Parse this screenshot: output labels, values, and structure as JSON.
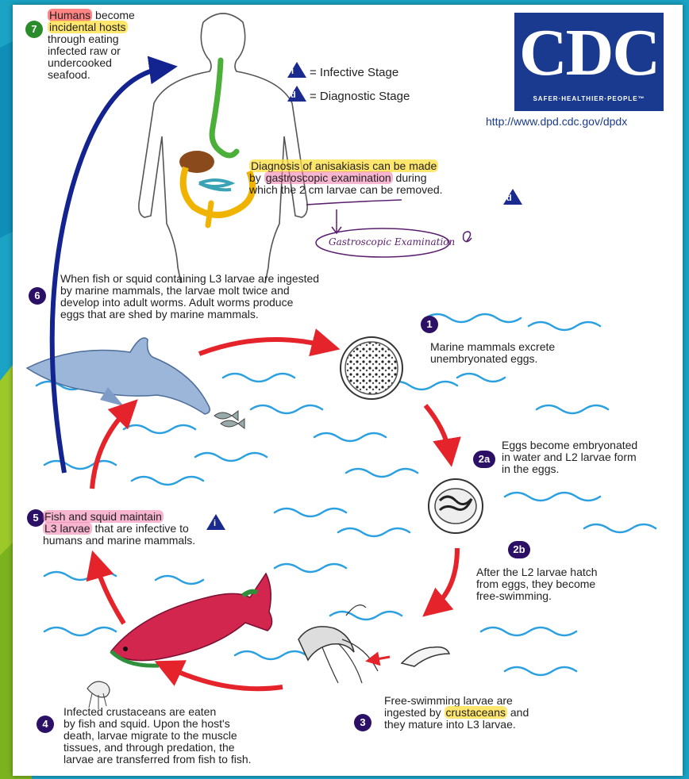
{
  "cdc": {
    "logo_text": "CDC",
    "tagline": "SAFER·HEALTHIER·PEOPLE™",
    "url": "http://www.dpd.cdc.gov/dpdx"
  },
  "legend": {
    "infective_symbol": "i",
    "infective_label": "= Infective Stage",
    "diagnostic_symbol": "d",
    "diagnostic_label": "= Diagnostic Stage"
  },
  "stages": {
    "s7": {
      "num": "7",
      "line1_a": "Humans",
      "line1_b": " become",
      "line2": "incidental hosts",
      "line3": "through eating",
      "line4": "infected raw or",
      "line5": "undercooked",
      "line6": "seafood."
    },
    "diagnosis": {
      "line1": "Diagnosis of anisakiasis can be made",
      "line2_a": "by ",
      "line2_b": "gastroscopic examination",
      "line2_c": " during",
      "line3": "which the 2 cm larvae can be removed.",
      "note": "Gastroscopic Examination"
    },
    "s6": {
      "num": "6",
      "line1": "When fish or squid containing L3 larvae are ingested",
      "line2": "by marine mammals, the larvae molt twice and",
      "line3": "develop into adult worms.  Adult worms produce",
      "line4": "eggs that are shed by marine mammals."
    },
    "s1": {
      "num": "1",
      "line1": "Marine mammals excrete",
      "line2": "unembryonated eggs."
    },
    "s2a": {
      "num": "2a",
      "line1": "Eggs become embryonated",
      "line2": "in water and L2 larvae form",
      "line3": "in the eggs."
    },
    "s2b": {
      "num": "2b",
      "line1": "After the L2 larvae hatch",
      "line2": "from eggs, they become",
      "line3": "free-swimming."
    },
    "s3": {
      "num": "3",
      "line1": "Free-swimming larvae are",
      "line2_a": "ingested by ",
      "line2_b": "crustaceans",
      "line2_c": " and",
      "line3": "they mature into L3 larvae."
    },
    "s4": {
      "num": "4",
      "line1": "Infected crustaceans are eaten",
      "line2": "by fish and squid.  Upon the host's",
      "line3": "death, larvae migrate to the muscle",
      "line4": "tissues, and through predation, the",
      "line5": "larvae are transferred from fish to fish."
    },
    "s5": {
      "num": "5",
      "line1": "Fish and squid maintain",
      "line2_a": "L3 larvae",
      "line2_b": " that are infective to",
      "line3": "humans and marine mammals."
    }
  },
  "colors": {
    "cdc_blue": "#1a3a8f",
    "arrow_red": "#e5232a",
    "arrow_blue": "#13238f",
    "number_purple": "#2b1066",
    "wave_blue": "#2aa0e0"
  },
  "icons": [
    "human-body-icon",
    "dolphin-icon",
    "egg-icon",
    "embryonated-egg-icon",
    "larva-icon",
    "crustacean-icon",
    "salmon-icon",
    "squid-icon",
    "small-fish-icon"
  ]
}
